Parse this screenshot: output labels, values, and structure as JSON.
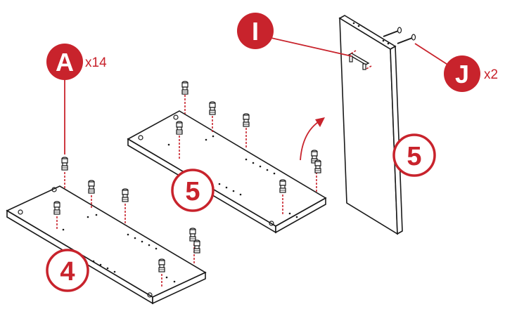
{
  "colors": {
    "accent": "#c8232c",
    "line": "#1a1a1a",
    "panel": "#ffffff"
  },
  "callouts": {
    "a": {
      "letter": "A",
      "qty": "x14"
    },
    "i": {
      "letter": "I"
    },
    "j": {
      "letter": "J",
      "qty": "x2"
    }
  },
  "panels": {
    "panel_4": {
      "number": "4"
    },
    "panel_5_shelf": {
      "number": "5"
    },
    "panel_5_upright": {
      "number": "5"
    }
  },
  "icons": {
    "dowel": "cam-dowel-icon",
    "screw": "screw-icon",
    "handle": "handle-icon",
    "rotate": "rotate-arrow-icon"
  }
}
